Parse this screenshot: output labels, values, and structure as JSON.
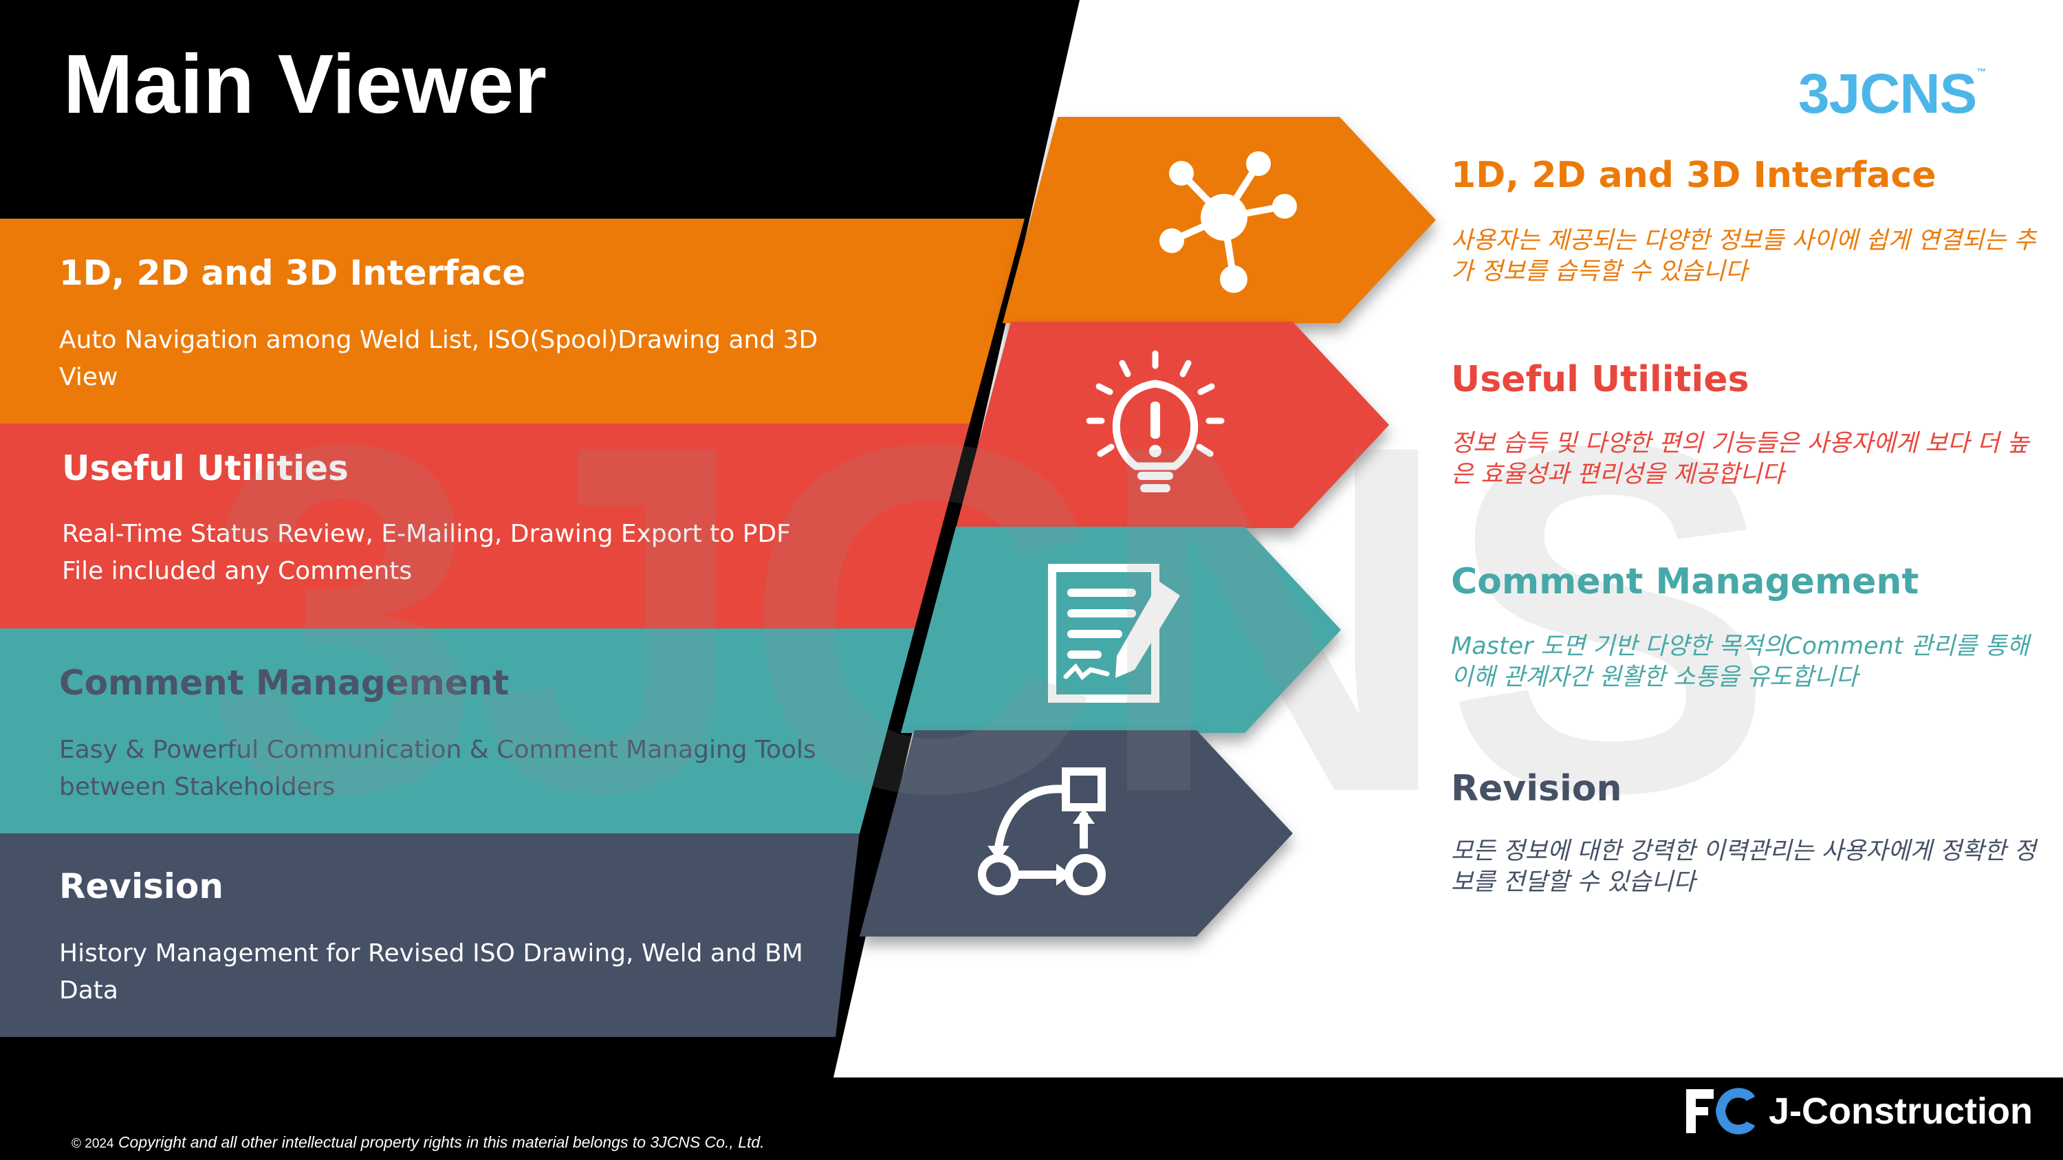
{
  "page_title": "Main Viewer",
  "brand_logo": "3JCNS",
  "brand_logo_tm": "™",
  "watermark": "3JCNS",
  "colors": {
    "orange": "#EC7A08",
    "red": "#E8473D",
    "teal": "#47A8A8",
    "slate": "#465166",
    "brand_blue": "#4DB6E8"
  },
  "features": [
    {
      "title": "1D, 2D and 3D Interface",
      "desc_en": "Auto Navigation among Weld List, ISO(Spool)Drawing and 3D View",
      "desc_ko": "사용자는 제공되는 다양한 정보들 사이에 쉽게 연결되는 추가 정보를 습득할 수 있습니다",
      "icon": "network-icon"
    },
    {
      "title": "Useful Utilities",
      "desc_en": "Real-Time Status Review, E-Mailing, Drawing Export to PDF File included any Comments",
      "desc_ko": "정보 습득 및 다양한 편의 기능들은 사용자에게 보다 더 높은 효율성과 편리성을 제공합니다",
      "icon": "lightbulb-icon"
    },
    {
      "title": "Comment Management",
      "desc_en": "Easy & Powerful Communication & Comment Managing Tools between Stakeholders",
      "desc_ko": "Master 도면 기반 다양한 목적의Comment 관리를 통해 이해 관계자간 원활한 소통을 유도합니다",
      "icon": "document-pen-icon"
    },
    {
      "title": "Revision",
      "desc_en": "History Management for Revised ISO Drawing, Weld and BM Data",
      "desc_ko": "모든 정보에 대한 강력한 이력관리는 사용자에게 정확한 정보를 전달할 수 있습니다",
      "icon": "workflow-icon"
    }
  ],
  "footer": {
    "logo_text": "FC",
    "brand": "J-Construction",
    "copyright_year": "© 2024",
    "copyright": "Copyright and all other intellectual property rights in this material belongs to 3JCNS Co., Ltd."
  }
}
